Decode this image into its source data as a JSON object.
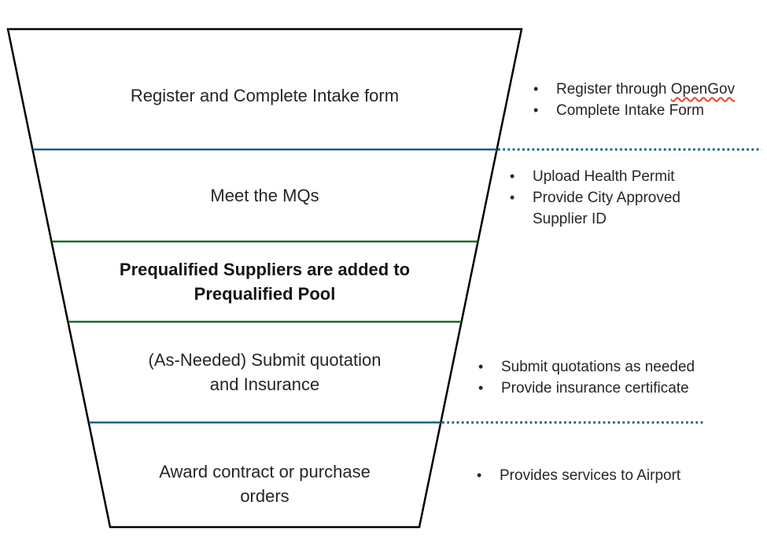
{
  "colors": {
    "divider_blue": "#156082",
    "divider_green": "#196B24",
    "funnel_outline": "#000000",
    "spellcheck_red": "#E8442F",
    "text": "#262626"
  },
  "bullet_glyph": "•",
  "funnel": {
    "stages": [
      {
        "name": "register-intake",
        "lines": [
          "Register and Complete Intake form"
        ]
      },
      {
        "name": "meet-mqs",
        "lines": [
          "Meet the MQs"
        ]
      },
      {
        "name": "prequalified-pool",
        "emphasis": "bold",
        "lines": [
          "Prequalified Suppliers are added to",
          "Prequalified Pool"
        ]
      },
      {
        "name": "submit-quotation",
        "lines": [
          "(As-Needed) Submit quotation",
          "and Insurance"
        ]
      },
      {
        "name": "award-contract",
        "lines": [
          "Award contract or purchase",
          "orders"
        ]
      }
    ]
  },
  "annotations": [
    {
      "items": [
        {
          "prefix": "Register through ",
          "spellcheck": "OpenGov"
        },
        {
          "lines": [
            "Complete Intake Form"
          ]
        }
      ]
    },
    {
      "items": [
        {
          "lines": [
            "Upload Health Permit"
          ]
        },
        {
          "lines": [
            "Provide City Approved",
            "Supplier ID"
          ]
        }
      ]
    },
    {
      "items": [
        {
          "lines": [
            "Submit quotations as needed"
          ]
        },
        {
          "lines": [
            "Provide insurance certificate"
          ]
        }
      ]
    },
    {
      "items": [
        {
          "lines": [
            "Provides services to Airport"
          ]
        }
      ]
    }
  ]
}
